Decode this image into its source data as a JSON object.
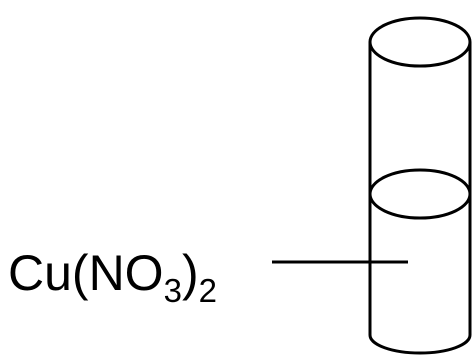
{
  "diagram": {
    "label": {
      "main": "Cu(NO",
      "sub1": "3",
      "close": ")",
      "sub2": "2"
    },
    "colors": {
      "stroke": "#000000",
      "background": "#ffffff"
    }
  }
}
